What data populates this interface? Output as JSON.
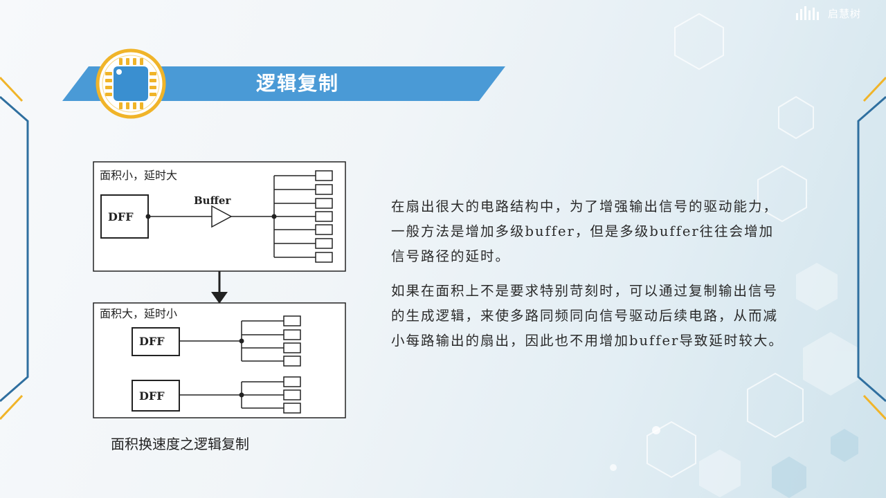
{
  "header": {
    "logo_text": "启慧树",
    "title": "逻辑复制"
  },
  "diagram": {
    "top_label": "面积小，延时大",
    "bottom_label": "面积大，延时小",
    "dff_label": "DFF",
    "buffer_label": "Buffer",
    "caption": "面积换速度之逻辑复制"
  },
  "content": {
    "paragraph1": "在扇出很大的电路结构中，为了增强输出信号的驱动能力，一般方法是增加多级buffer，但是多级buffer往往会增加信号路径的延时。",
    "paragraph2": "如果在面积上不是要求特别苛刻时，可以通过复制输出信号的生成逻辑，来使多路同频同向信号驱动后续电路，从而减小每路输出的扇出，因此也不用增加buffer导致延时较大。"
  },
  "colors": {
    "banner": "#4a9ad6",
    "accent": "#f0b429",
    "frame": "#2f6f9f"
  }
}
